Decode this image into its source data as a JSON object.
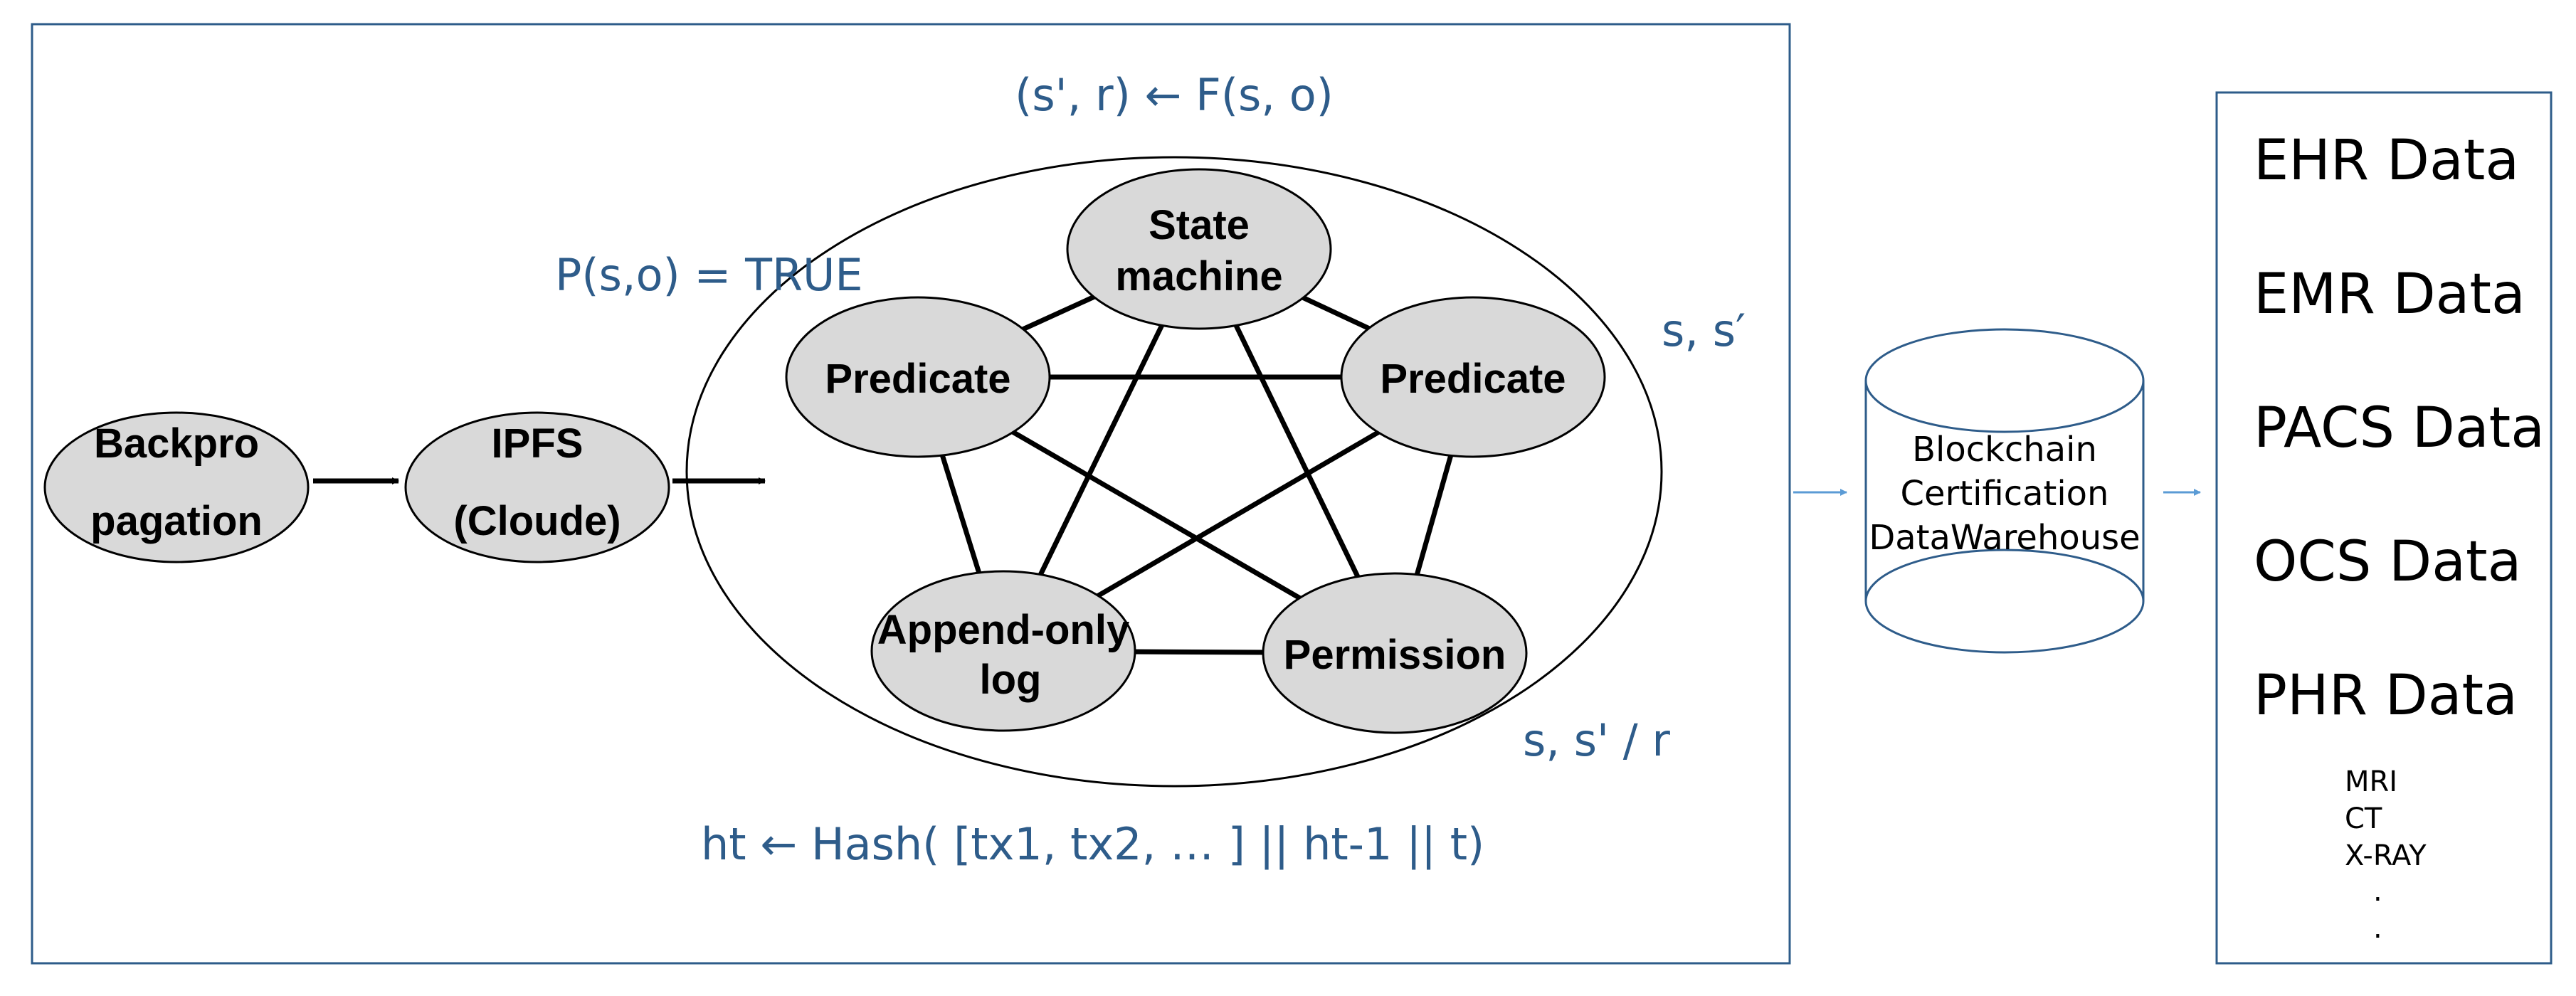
{
  "formulas": {
    "top": "(s', r) ← F(s, o)",
    "predicate_check": "P(s,o) = TRUE",
    "right_upper": "s, s′",
    "right_lower": "s, s' / r",
    "bottom": "ht ← Hash( [tx1, tx2, … ] || ht-1 || t)"
  },
  "left_nodes": {
    "backpropagation": [
      "Backpro",
      "pagation"
    ],
    "ipfs": [
      "IPFS",
      "(Cloude)"
    ]
  },
  "ring_nodes": {
    "state_machine": [
      "State",
      "machine"
    ],
    "predicate_left": "Predicate",
    "predicate_right": "Predicate",
    "append_log": [
      "Append-only",
      "log"
    ],
    "permission": "Permission"
  },
  "database": {
    "lines": [
      "Blockchain",
      "Certification",
      "DataWarehouse"
    ]
  },
  "data_sources": {
    "items": [
      "EHR Data",
      "EMR Data",
      "PACS Data",
      "OCS Data",
      "PHR Data"
    ],
    "sub_items": [
      "MRI",
      "CT",
      "X-RAY",
      ".",
      "."
    ]
  },
  "colors": {
    "frame": "#2e5c8a",
    "formula_text": "#2e5c8a",
    "node_fill": "#d9d9d9",
    "connector": "#5b9bd5"
  }
}
